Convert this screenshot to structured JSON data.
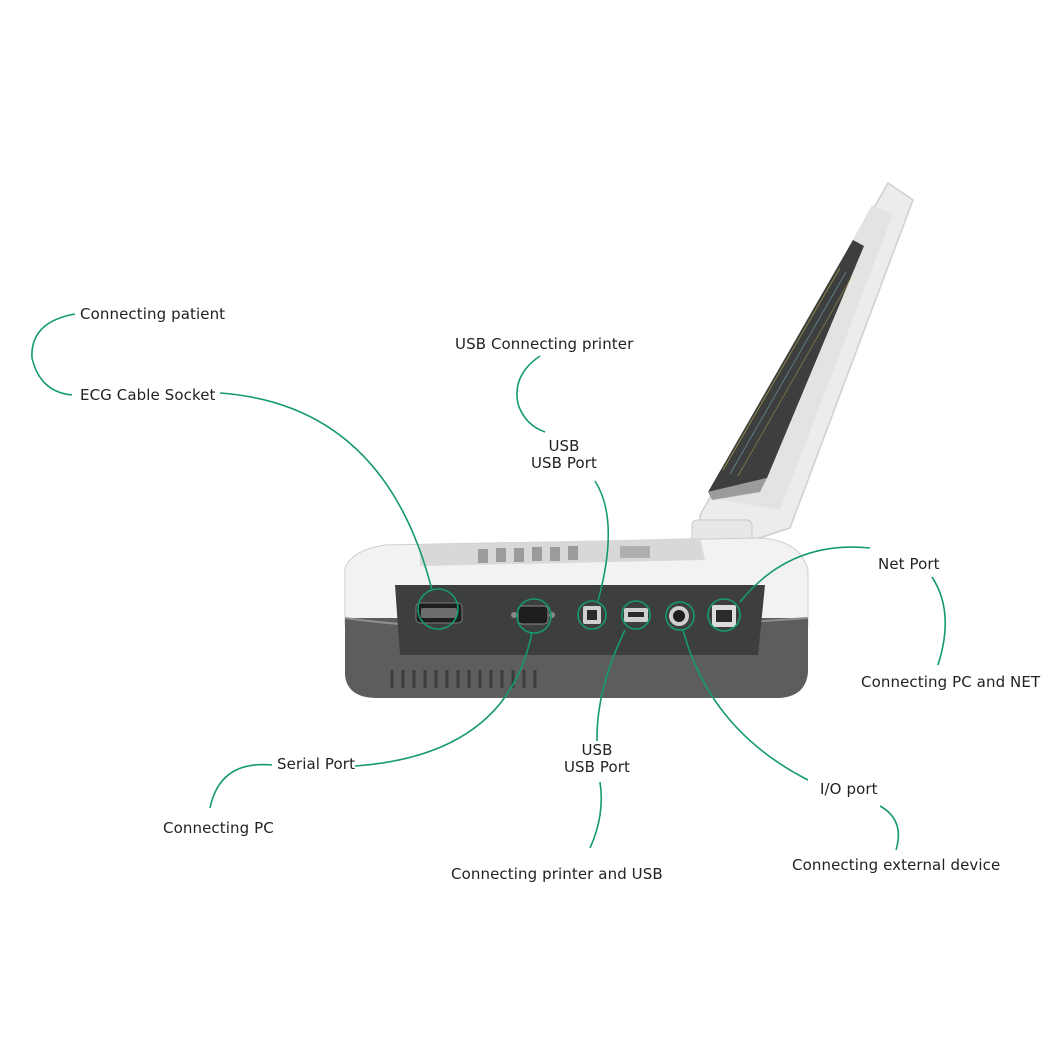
{
  "colors": {
    "leader_line": "#159a6e",
    "device_white": "#f1f1ef",
    "device_gray": "#5b5d5d",
    "panel_dark": "#3c3d3d",
    "screen_bg": "#3a3a3a"
  },
  "labels": {
    "ecg_patient": "Connecting patient",
    "ecg_socket": "ECG Cable Socket",
    "usb_printer_top": "USB Connecting printer",
    "usb_top_a": "USB",
    "usb_top_b": "USB Port",
    "net_port": "Net Port",
    "net_desc": "Connecting PC and NET",
    "serial_port": "Serial Port",
    "serial_desc": "Connecting PC",
    "usb_bottom_a": "USB",
    "usb_bottom_b": "USB Port",
    "usb_bottom_desc": "Connecting printer and USB",
    "io_port": "I/O port",
    "io_desc": "Connecting external device"
  }
}
